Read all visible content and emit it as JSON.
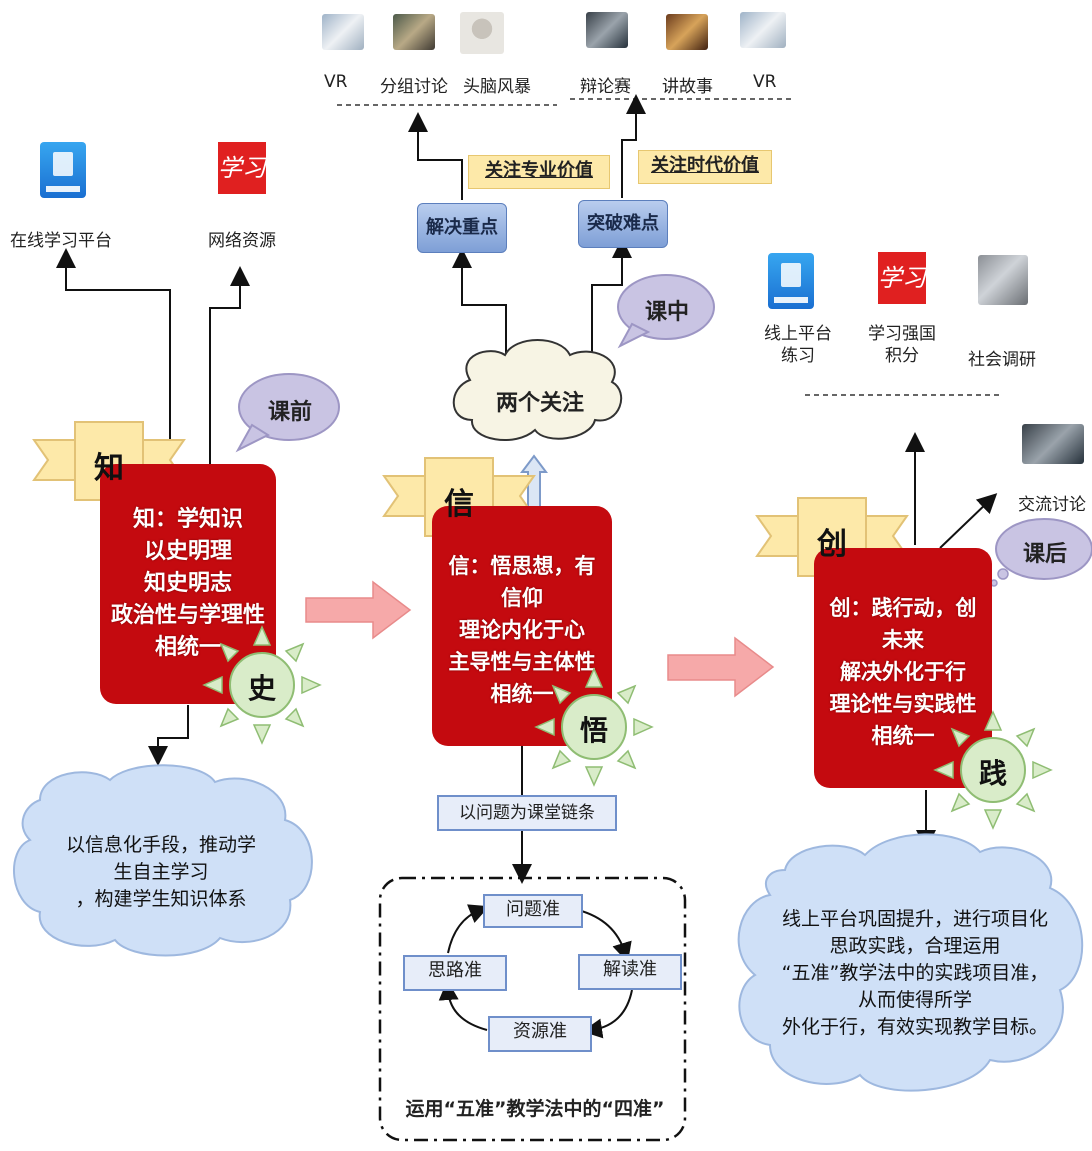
{
  "top_left_methods": [
    "VR",
    "分组讨论",
    "头脑风暴"
  ],
  "top_right_methods": [
    "辩论赛",
    "讲故事",
    "VR"
  ],
  "banners": {
    "professional": "关注专业价值",
    "era": "关注时代价值"
  },
  "buttons": {
    "key_point": "解决重点",
    "difficulty": "突破难点"
  },
  "pre_class": {
    "online_platform": "在线学习平台",
    "web_resources": "网络资源",
    "bubble": "课前"
  },
  "in_class": {
    "bubble": "课中",
    "cloud": "两个关注"
  },
  "post_class": {
    "bubble": "课后",
    "resources": [
      "线上平台\n练习",
      "学习强国\n积分",
      "社会调研"
    ],
    "exchange": "交流讨论"
  },
  "stages": [
    {
      "ribbon": "知",
      "sun": "史",
      "lines": [
        "知：学知识",
        "以史明理",
        "知史明志",
        "政治性与学理性",
        "相统一"
      ]
    },
    {
      "ribbon": "信",
      "sun": "悟",
      "lines": [
        "信：悟思想，有",
        "信仰",
        "理论内化于心",
        "主导性与主体性",
        "相统一"
      ]
    },
    {
      "ribbon": "创",
      "sun": "践",
      "lines": [
        "创：践行动，创",
        "未来",
        "解决外化于行",
        "理论性与实践性",
        "相统一"
      ]
    }
  ],
  "clouds": {
    "left": [
      "以信息化手段，推动学",
      "生自主学习",
      "，构建学生知识体系"
    ],
    "right": [
      "线上平台巩固提升，进行项目化",
      "思政实践，合理运用",
      "“五准”教学法中的实践项目准，",
      "从而使得所学",
      "外化于行，有效实现教学目标。"
    ]
  },
  "chain_label": "以问题为课堂链条",
  "cycle": {
    "top": "问题准",
    "right": "解读准",
    "bottom": "资源准",
    "left": "思路准"
  },
  "cycle_caption": "运用“五准”教学法中的“四准”",
  "colors": {
    "card_red": "#c40a0f",
    "banner_yellow": "#fde9a9",
    "cloud_blue": "#cfe0f7",
    "arrow_pink": "#f4a3a3",
    "sun_green": "#d9ecc9"
  }
}
